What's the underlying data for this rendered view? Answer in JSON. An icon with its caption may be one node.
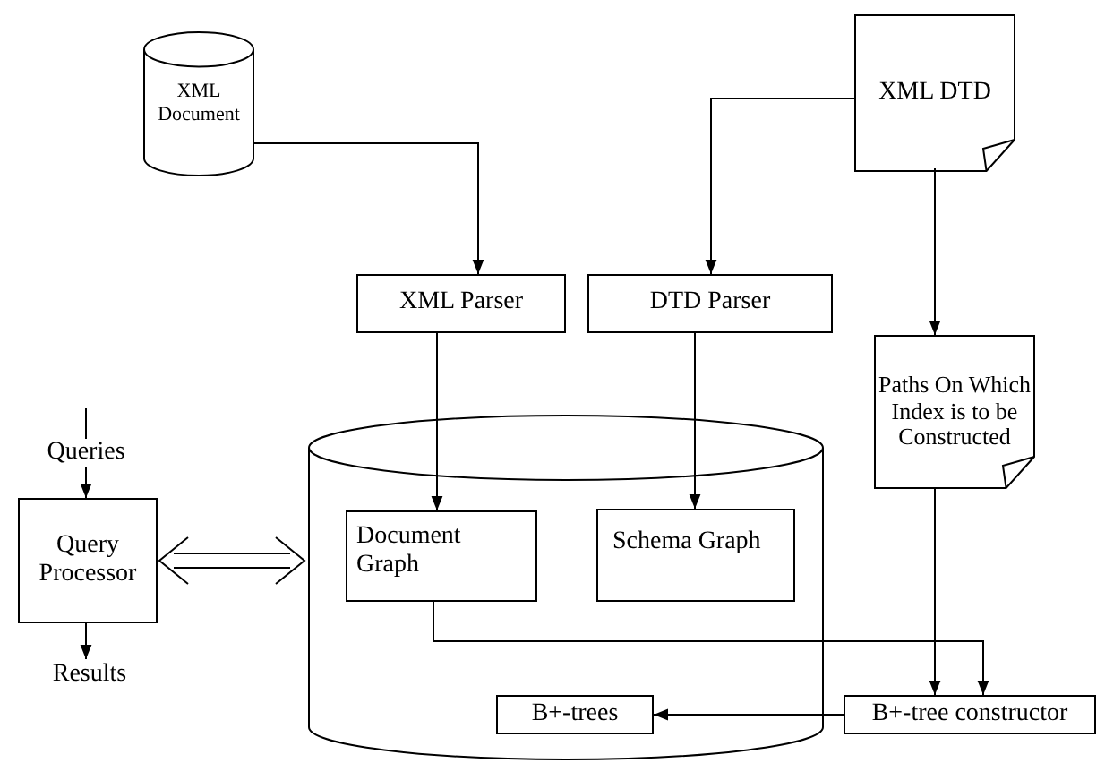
{
  "diagram": {
    "nodes": [
      {
        "text": [
          "XML Document"
        ]
      },
      {
        "text": [
          "XML DTD"
        ]
      },
      {
        "text": [
          "XML Parser"
        ]
      },
      {
        "text": [
          "DTD Parser"
        ]
      },
      {
        "text": [
          "Paths On Which Index is to be Constructed"
        ]
      },
      {
        "text": [],
        "shape": "cylinder"
      },
      {
        "text": [
          "Query Processor"
        ]
      },
      {
        "text": [
          "Document Graph"
        ],
        "in": 5
      },
      {
        "text": [
          "Schema Graph"
        ],
        "in": 5
      },
      {
        "text": [
          "B+-trees"
        ],
        "in": 5
      },
      {
        "text": [
          "B+-tree constructor"
        ]
      },
      {
        "text": [
          "Results"
        ]
      }
    ],
    "edges": [
      {
        "from": 0,
        "to": 2,
        "arrow": "to"
      },
      {
        "from": 1,
        "to": 3,
        "arrow": "to"
      },
      {
        "from": 1,
        "to": 4,
        "arrow": "to"
      },
      {
        "from": 2,
        "to": 7,
        "arrow": "to"
      },
      {
        "from": 3,
        "to": 8,
        "arrow": "to"
      },
      {
        "from": 7,
        "to": 10,
        "arrow": "to"
      },
      {
        "from": 4,
        "to": 10,
        "arrow": "to"
      },
      {
        "from": 10,
        "to": 9,
        "arrow": "to"
      },
      {
        "from": 6,
        "to": 5,
        "arrow": "both"
      },
      {
        "from": null,
        "to": 6,
        "arrow": "to",
        "label": "Queries"
      },
      {
        "from": 6,
        "to": 11,
        "arrow": "to"
      }
    ]
  }
}
